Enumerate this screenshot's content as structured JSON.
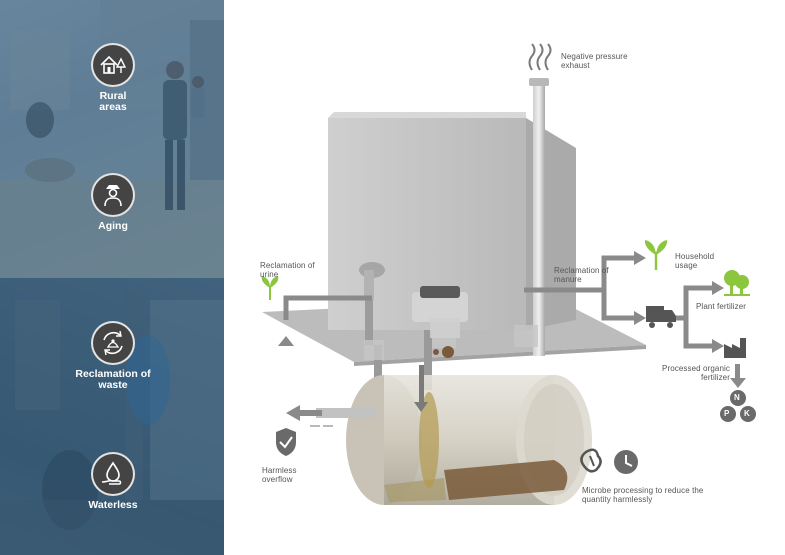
{
  "sidebar": {
    "features": [
      {
        "label": "Rural areas",
        "icon": "rural-house-icon"
      },
      {
        "label": "Aging",
        "icon": "elderly-person-icon"
      },
      {
        "label": "Reclamation of waste",
        "icon": "recycle-waste-icon"
      },
      {
        "label": "Waterless",
        "icon": "water-drop-hand-icon"
      }
    ]
  },
  "diagram": {
    "exhaust_label": "Negative pressure exhaust",
    "urine_label": "Reclamation of urine",
    "manure_label": "Reclamation of manure",
    "household_label": "Household usage",
    "plant_fertilizer_label": "Plant fertilizer",
    "organic_fertilizer_label": "Processed organic fertilizer",
    "overflow_label": "Harmless overflow",
    "microbe_label": "Microbe processing to reduce the quantity harmlessly",
    "npk": [
      "N",
      "P",
      "K"
    ]
  },
  "colors": {
    "accent_green": "#8cc63f",
    "arrow_gray": "#8a8a8a",
    "icon_dark": "#4a4a4a",
    "panel_tint": "#34628a"
  }
}
